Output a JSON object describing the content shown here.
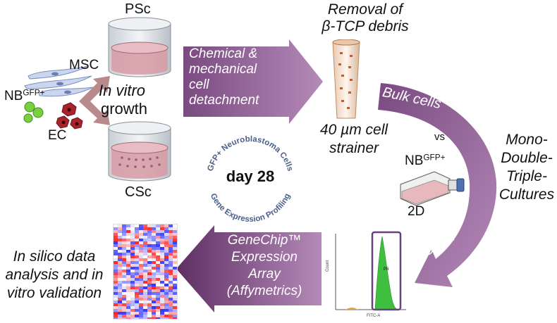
{
  "labels": {
    "psc": "PSc",
    "csc": "CSc",
    "msc": "MSC",
    "nb": "NB",
    "nb_sup": "GFP+",
    "ec": "EC",
    "in_vitro": "In vitro",
    "growth": "growth",
    "removal_line1": "Removal of",
    "removal_line2": "β-TCP debris",
    "strainer_line1": "40 µm cell",
    "strainer_line2": "strainer",
    "vs": "vs",
    "nb2d": "NB",
    "nb2d_sup": "GFP+",
    "two_d": "2D",
    "mono": "Mono-",
    "double": "Double-",
    "triple": "Triple-",
    "cultures": "Cultures",
    "silico_line1": "In silico data",
    "silico_line2": "analysis and in",
    "silico_line3": "vitro validation"
  },
  "arrows": {
    "detach_line1": "Chemical &",
    "detach_line2": "mechanical",
    "detach_line3": "cell",
    "detach_line4": "detachment",
    "bulk": "Bulk cells",
    "gfp": "GFP+",
    "genechip_line1": "GeneChip™",
    "genechip_line2": "Expression",
    "genechip_line3": "Array",
    "genechip_line4": "(Affymetrics)"
  },
  "center_badge": {
    "day": "day 28",
    "top_arc": "GFP+ Neuroblastoma Cells",
    "bottom_arc": "Gene Expression Profiling"
  },
  "flow": {
    "y_axis": "Count",
    "x_axis": "FITC-A",
    "gate": "P8"
  },
  "colors": {
    "arrow_purple": "#8a5a8e",
    "arrow_dark": "#5e2e63",
    "badge_text": "#4a5f8a",
    "gfp_green": "#3fbf3f",
    "ec_red": "#a8242a"
  }
}
